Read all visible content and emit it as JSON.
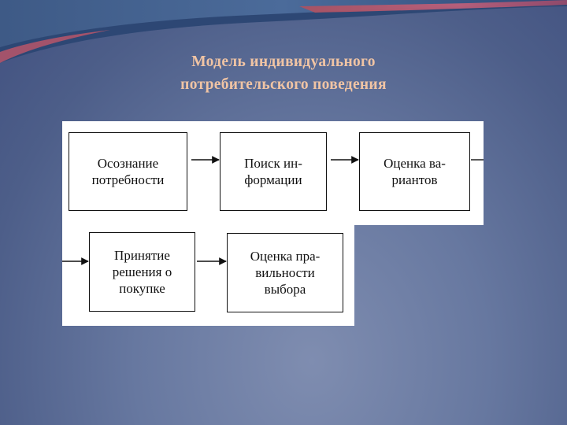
{
  "slide": {
    "title_line1": "Модель индивидуального",
    "title_line2": "потребительского поведения"
  },
  "diagram": {
    "steps": [
      {
        "id": "awareness",
        "label": "Осознание\nпотребности"
      },
      {
        "id": "info-search",
        "label": "Поиск ин-\nформации"
      },
      {
        "id": "evaluation",
        "label": "Оценка ва-\nриантов"
      },
      {
        "id": "decision",
        "label": "Принятие\nрешения о\nпокупке"
      },
      {
        "id": "choice-assessment",
        "label": "Оценка пра-\nвильности\nвыбора"
      }
    ]
  },
  "colors": {
    "title": "#f0c4a4",
    "background": "#5a6b95",
    "panel": "#ffffff",
    "box_border": "#111111"
  }
}
